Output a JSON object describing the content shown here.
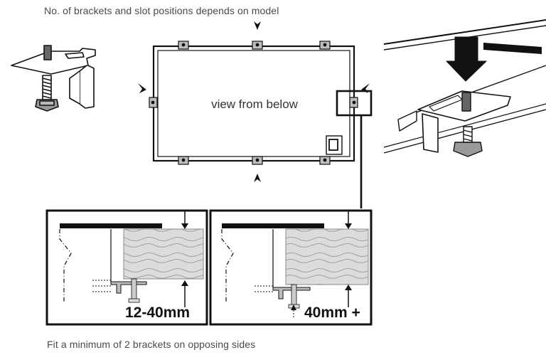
{
  "top_caption": "No. of brackets and slot positions depends on model",
  "center_label": "view from below",
  "detail_left_label": "12-40mm",
  "detail_right_label": "40mm +",
  "bottom_caption": "Fit a minimum of 2 brackets on opposing sides",
  "colors": {
    "line": "#111111",
    "wood": "#dcdcdc",
    "bracket": "#bdbdbd"
  }
}
